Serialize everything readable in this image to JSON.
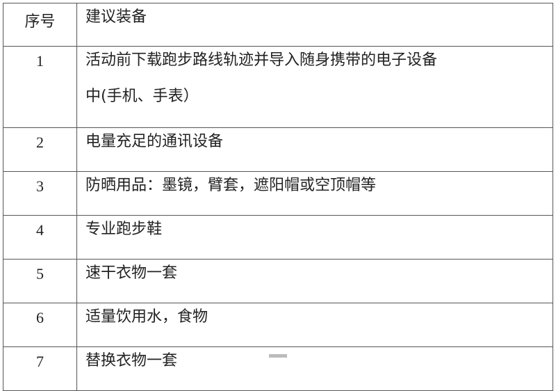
{
  "table": {
    "headers": {
      "number": "序号",
      "item": "建议装备"
    },
    "rows": [
      {
        "number": "1",
        "item_line1": "活动前下载跑步路线轨迹并导入随身携带的电子设备",
        "item_line2": "中(手机、手表）"
      },
      {
        "number": "2",
        "item": "电量充足的通讯设备"
      },
      {
        "number": "3",
        "item": "防晒用品：墨镜，臂套，遮阳帽或空顶帽等"
      },
      {
        "number": "4",
        "item": "专业跑步鞋"
      },
      {
        "number": "5",
        "item": "速干衣物一套"
      },
      {
        "number": "6",
        "item": "适量饮用水，食物"
      },
      {
        "number": "7",
        "item": "替换衣物一套"
      }
    ]
  },
  "colors": {
    "border": "#555555",
    "text": "#222222",
    "background": "#ffffff"
  }
}
